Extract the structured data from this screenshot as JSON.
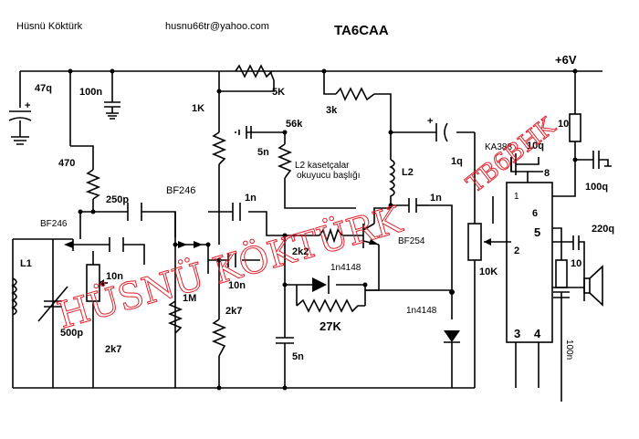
{
  "header": {
    "author": "Hüsnü Köktürk",
    "email": "husnu66tr@yahoo.com",
    "title": "TA6CAA",
    "supply": "+6V"
  },
  "watermark": {
    "main_text": "HÜSNÜ KÖKTÜRK",
    "callsign": "TB6BHK",
    "color": "#e0202a"
  },
  "labels": {
    "c_47q": "47q",
    "c_100n": "100n",
    "r_5k": "5K",
    "r_1k": "1K",
    "r_3k": "3k",
    "r_56k": "56k",
    "c_5n_top": "5n",
    "r_470": "470",
    "c_250p": "250p",
    "q_bf246_a": "BF246",
    "q_bf246_b": "BF246",
    "c_1n_mid": "1n",
    "l2_note_1": "L2 kasetçalar",
    "l2_note_2": "okuyucu başlığı",
    "l2": "L2",
    "c_1q": "1q",
    "c_1n_right": "1n",
    "r_10_top": "10",
    "c_10q_top": "10q",
    "ic": "KA388",
    "pin8": "8",
    "pin1": "1",
    "pin6": "6",
    "pin5": "5",
    "pin2": "2",
    "pin3": "3",
    "pin4": "4",
    "c_100q": "100q",
    "c_220q": "220q",
    "r_10_right": "10",
    "c_100n_vert": "100n",
    "pot_10k": "10K",
    "l1": "L1",
    "c_10n_left": "10n",
    "c_500p": "500p",
    "r_2k7_left": "2k7",
    "r_1m": "1M",
    "c_10n_mid": "10n",
    "r_2k7_mid": "2k7",
    "r_2k2": "2k2",
    "q_bf254": "BF254",
    "d_1n4148_top": "1n4148",
    "r_27k": "27K",
    "d_1n4148_right": "1n4148",
    "c_5n_bottom": "5n"
  }
}
